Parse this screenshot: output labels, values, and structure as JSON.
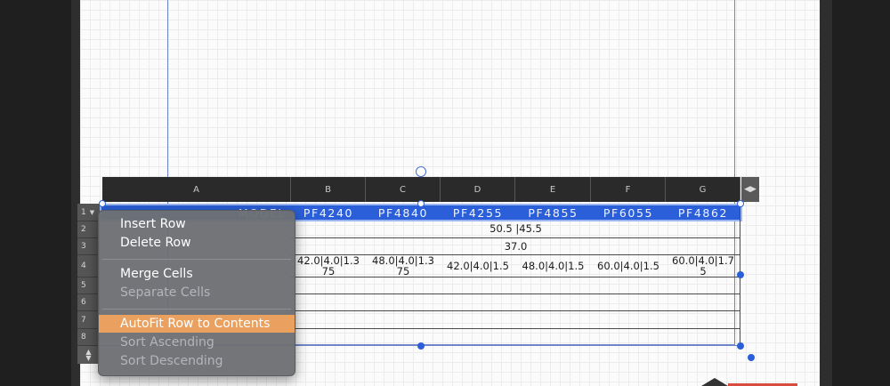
{
  "columns": [
    "A",
    "B",
    "C",
    "D",
    "E",
    "F",
    "G"
  ],
  "rows": [
    "1",
    "2",
    "3",
    "4",
    "5",
    "6",
    "7",
    "8"
  ],
  "table": {
    "header_row": [
      "MODEL",
      "PF4240",
      "PF4840",
      "PF4255",
      "PF4855",
      "PF6055",
      "PF4862"
    ],
    "row2_merged": "50.5 |45.5",
    "row3_merged": "37.0",
    "row4": [
      "42.0|4.0|1.3\n75",
      "48.0|4.0|1.3\n75",
      "42.0|4.0|1.5",
      "48.0|4.0|1.5",
      "60.0|4.0|1.5",
      "60.0|4.0|1.7\n5"
    ]
  },
  "context_menu": {
    "items": [
      {
        "label": "Insert Row",
        "enabled": true
      },
      {
        "label": "Delete Row",
        "enabled": true
      },
      {
        "label": "Merge Cells",
        "enabled": true
      },
      {
        "label": "Separate Cells",
        "enabled": false
      },
      {
        "label": "AutoFit Row to Contents",
        "enabled": true,
        "highlighted": true
      },
      {
        "label": "Sort Ascending",
        "enabled": false
      },
      {
        "label": "Sort Descending",
        "enabled": false
      }
    ]
  },
  "icons": {
    "row_menu": "chevron-down-icon",
    "column_resize": "left-right-arrows-icon",
    "row_resize": "up-down-arrows-icon"
  },
  "colors": {
    "selection": "#2a5fd9",
    "menu_highlight": "#eaa15f",
    "menu_background": "#6d6f74"
  }
}
